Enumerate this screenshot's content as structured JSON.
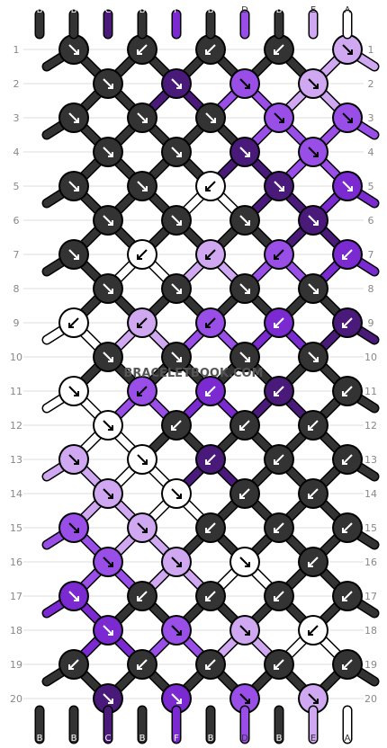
{
  "colors": {
    "B": "#333333",
    "C": "#4a1a7a",
    "F": "#7a2ad0",
    "D": "#9a4ee8",
    "E": "#d0a8f2",
    "A": "#ffffff"
  },
  "strands_top": [
    "B",
    "B",
    "C",
    "B",
    "F",
    "B",
    "D",
    "B",
    "E",
    "A"
  ],
  "strands_bottom": [
    "B",
    "B",
    "C",
    "B",
    "F",
    "B",
    "D",
    "B",
    "E",
    "A"
  ],
  "row_numbers": [
    "1",
    "2",
    "3",
    "4",
    "5",
    "6",
    "7",
    "8",
    "9",
    "10",
    "11",
    "12",
    "13",
    "14",
    "15",
    "16",
    "17",
    "18",
    "19",
    "20"
  ],
  "watermark": "BRACELETBOOK.COM",
  "knots": [
    [
      [
        "B",
        "se"
      ],
      [
        "B",
        "sw"
      ],
      [
        "B",
        "sw"
      ],
      [
        "B",
        "sw"
      ],
      [
        "E",
        "se"
      ]
    ],
    [
      [
        "B",
        "se"
      ],
      [
        "C",
        "se"
      ],
      [
        "D",
        "se"
      ],
      [
        "E",
        "se"
      ]
    ],
    [
      [
        "B",
        "se"
      ],
      [
        "B",
        "se"
      ],
      [
        "B",
        "se"
      ],
      [
        "D",
        "se"
      ],
      [
        "D",
        "se"
      ]
    ],
    [
      [
        "B",
        "se"
      ],
      [
        "B",
        "se"
      ],
      [
        "C",
        "se"
      ],
      [
        "D",
        "se"
      ]
    ],
    [
      [
        "B",
        "se"
      ],
      [
        "B",
        "se"
      ],
      [
        "A",
        "sw"
      ],
      [
        "C",
        "se"
      ],
      [
        "F",
        "se"
      ]
    ],
    [
      [
        "B",
        "se"
      ],
      [
        "B",
        "se"
      ],
      [
        "B",
        "se"
      ],
      [
        "C",
        "se"
      ]
    ],
    [
      [
        "B",
        "se"
      ],
      [
        "A",
        "sw"
      ],
      [
        "E",
        "sw"
      ],
      [
        "D",
        "sw"
      ],
      [
        "F",
        "sw"
      ]
    ],
    [
      [
        "B",
        "se"
      ],
      [
        "B",
        "se"
      ],
      [
        "B",
        "se"
      ],
      [
        "B",
        "se"
      ]
    ],
    [
      [
        "A",
        "sw"
      ],
      [
        "E",
        "sw"
      ],
      [
        "D",
        "sw"
      ],
      [
        "F",
        "sw"
      ],
      [
        "C",
        "sw"
      ]
    ],
    [
      [
        "B",
        "se"
      ],
      [
        "B",
        "se"
      ],
      [
        "B",
        "se"
      ],
      [
        "B",
        "se"
      ]
    ],
    [
      [
        "A",
        "se"
      ],
      [
        "D",
        "sw"
      ],
      [
        "F",
        "sw"
      ],
      [
        "C",
        "sw"
      ],
      [
        "B",
        "sw"
      ]
    ],
    [
      [
        "A",
        "se"
      ],
      [
        "B",
        "sw"
      ],
      [
        "B",
        "sw"
      ],
      [
        "B",
        "sw"
      ]
    ],
    [
      [
        "E",
        "se"
      ],
      [
        "A",
        "se"
      ],
      [
        "C",
        "sw"
      ],
      [
        "B",
        "sw"
      ],
      [
        "B",
        "sw"
      ]
    ],
    [
      [
        "E",
        "se"
      ],
      [
        "A",
        "se"
      ],
      [
        "B",
        "sw"
      ],
      [
        "B",
        "sw"
      ]
    ],
    [
      [
        "D",
        "se"
      ],
      [
        "E",
        "se"
      ],
      [
        "B",
        "sw"
      ],
      [
        "B",
        "sw"
      ],
      [
        "B",
        "sw"
      ]
    ],
    [
      [
        "D",
        "se"
      ],
      [
        "E",
        "se"
      ],
      [
        "A",
        "se"
      ],
      [
        "B",
        "sw"
      ]
    ],
    [
      [
        "F",
        "se"
      ],
      [
        "B",
        "sw"
      ],
      [
        "B",
        "sw"
      ],
      [
        "B",
        "sw"
      ],
      [
        "B",
        "sw"
      ]
    ],
    [
      [
        "F",
        "se"
      ],
      [
        "D",
        "se"
      ],
      [
        "E",
        "se"
      ],
      [
        "A",
        "sw"
      ]
    ],
    [
      [
        "B",
        "sw"
      ],
      [
        "B",
        "sw"
      ],
      [
        "B",
        "sw"
      ],
      [
        "B",
        "sw"
      ],
      [
        "B",
        "sw"
      ]
    ],
    [
      [
        "C",
        "se"
      ],
      [
        "F",
        "se"
      ],
      [
        "D",
        "se"
      ],
      [
        "E",
        "se"
      ]
    ]
  ]
}
